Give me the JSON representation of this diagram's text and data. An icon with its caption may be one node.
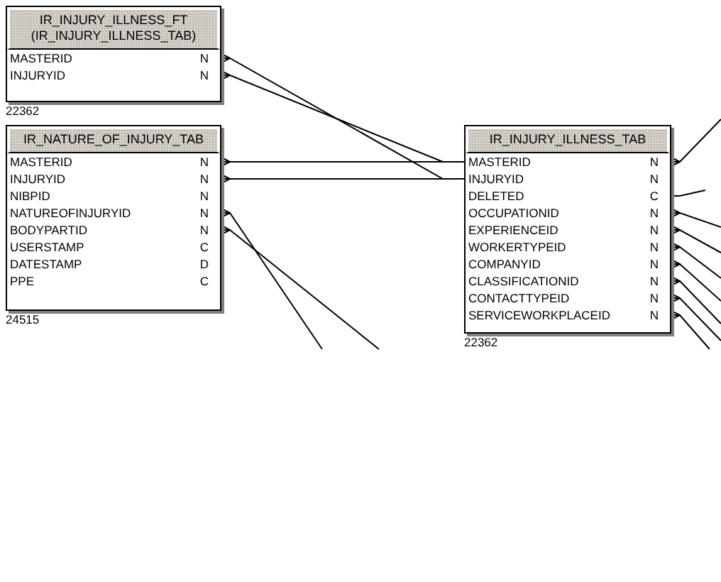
{
  "diagram": {
    "nodes": [
      {
        "text": [
          "IR_INJURY_ILLNESS_FT (IR_INJURY_ILLNESS_TAB)",
          "MASTERID",
          "N",
          "INJURYID",
          "N"
        ],
        "beside": [
          "22362"
        ]
      },
      {
        "text": [
          "IR_NATURE_OF_INJURY_TAB",
          "MASTERID",
          "N",
          "INJURYID",
          "N",
          "NIBPID",
          "N",
          "NATUREOFINJURYID",
          "N",
          "BODYPARTID",
          "N",
          "USERSTAMP",
          "C",
          "DATESTAMP",
          "D",
          "PPE",
          "C"
        ],
        "beside": [
          "24515"
        ]
      },
      {
        "text": [
          "IR_INJURY_ILLNESS_TAB",
          "MASTERID",
          "N",
          "INJURYID",
          "N",
          "DELETED",
          "C",
          "OCCUPATIONID",
          "N",
          "EXPERIENCEID",
          "N",
          "WORKERTYPEID",
          "N",
          "COMPANYID",
          "N",
          "CLASSIFICATIONID",
          "N",
          "CONTACTTYPEID",
          "N",
          "SERVICEWORKPLACEID",
          "N"
        ],
        "beside": [
          "22362"
        ]
      }
    ],
    "edges": [
      {
        "from": 0,
        "to": 2,
        "arrow": "other"
      },
      {
        "from": 0,
        "to": 2,
        "arrow": "other"
      },
      {
        "from": 1,
        "to": 2,
        "arrow": "other"
      },
      {
        "from": 1,
        "to": 2,
        "arrow": "other"
      },
      {
        "from": 1,
        "to": null,
        "arrow": "other"
      },
      {
        "from": 1,
        "to": null,
        "arrow": "other"
      },
      {
        "from": 2,
        "to": null,
        "arrow": "other"
      },
      {
        "from": 2,
        "to": null,
        "arrow": "none"
      },
      {
        "from": 2,
        "to": null,
        "arrow": "other"
      },
      {
        "from": 2,
        "to": null,
        "arrow": "other"
      },
      {
        "from": 2,
        "to": null,
        "arrow": "other"
      },
      {
        "from": 2,
        "to": null,
        "arrow": "other"
      },
      {
        "from": 2,
        "to": null,
        "arrow": "other"
      },
      {
        "from": 2,
        "to": null,
        "arrow": "other"
      },
      {
        "from": 2,
        "to": null,
        "arrow": "other"
      }
    ]
  }
}
